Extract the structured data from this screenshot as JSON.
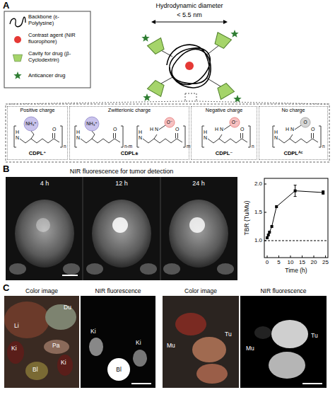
{
  "diagram": {
    "nodes": [
      {
        "text": [
          "Positive charge",
          "CDPL⁺"
        ]
      },
      {
        "text": [
          "Zwitterionic charge",
          "CDPL±"
        ]
      },
      {
        "text": [
          "Negative charge",
          "CDPL⁻"
        ]
      },
      {
        "text": [
          "No charge",
          "CDPLᴬᶜ"
        ]
      }
    ],
    "labels": [
      "A",
      "Hydrodynamic diameter",
      "< 5.5 nm",
      "H",
      "N",
      "O",
      "n",
      "NH₃⁺",
      "H",
      "N",
      "O",
      "n-m",
      "NH₃⁺",
      "H",
      "N",
      "O",
      "m",
      "H",
      "N",
      "O⁻",
      "H",
      "N",
      "O",
      "n",
      "H",
      "N",
      "O⁻",
      "H",
      "N",
      "O",
      "n",
      "H",
      "N",
      "O",
      "B",
      "NIR fluorescence for tumor detection",
      "4 h",
      "12 h",
      "24 h",
      "TBR (Tu/Mu)",
      "1.0",
      "1.5",
      "2.0",
      "0",
      "5",
      "10",
      "15",
      "20",
      "25",
      "Time (h)",
      "C",
      "Color image",
      "NIR fluorescence",
      "Color image",
      "NIR fluorescence",
      "Li",
      "Du",
      "Ki",
      "Pa",
      "Bl",
      "Ki",
      "Ki",
      "Bl",
      "Ki",
      "Mu",
      "Tu",
      "Mu",
      "Tu"
    ],
    "legend": [
      {
        "text": "Backbone (ε-Polylysine)"
      },
      {
        "text": "Contrast agent (NIR fluorophore)"
      },
      {
        "text": "Cavity for drug (β-Cyclodextrin)"
      },
      {
        "text": "Anticancer drug"
      }
    ]
  }
}
